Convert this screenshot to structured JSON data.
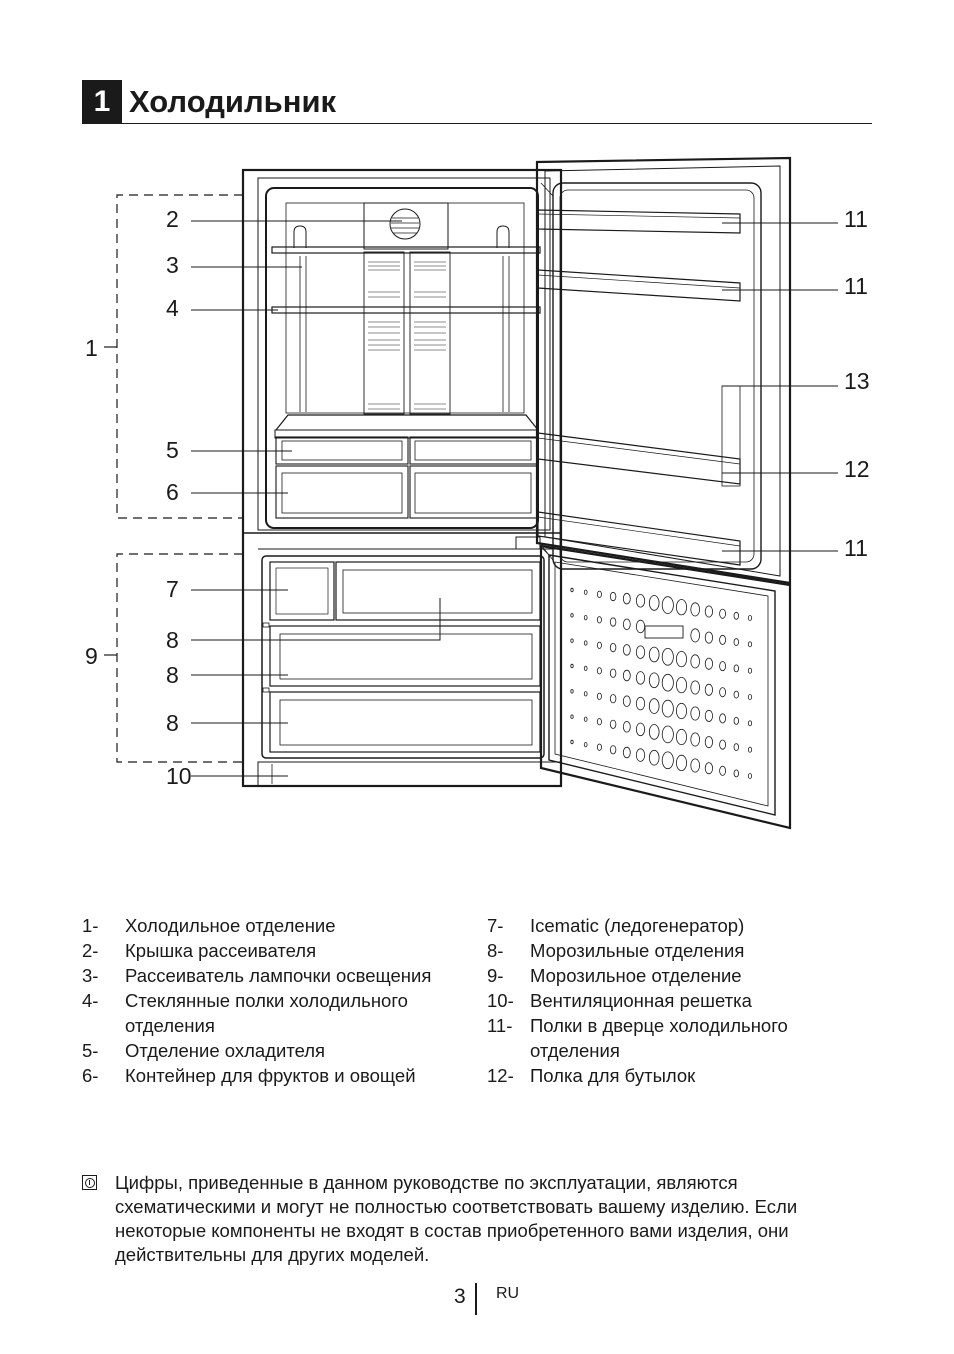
{
  "header": {
    "number": "1",
    "title": "Холодильник"
  },
  "callouts": {
    "c1": "1",
    "c2": "2",
    "c3": "3",
    "c4": "4",
    "c5": "5",
    "c6": "6",
    "c7": "7",
    "c8a": "8",
    "c8b": "8",
    "c8c": "8",
    "c9": "9",
    "c10": "10",
    "c11a": "11",
    "c11b": "11",
    "c11c": "11",
    "c12": "12",
    "c13": "13"
  },
  "legend_left": [
    {
      "num": "1-",
      "text": "Холодильное отделение"
    },
    {
      "num": "2-",
      "text": "Крышка рассеивателя"
    },
    {
      "num": "3-",
      "text": "Рассеиватель лампочки освещения"
    },
    {
      "num": "4-",
      "text": "Стеклянные полки холодильного отделения"
    },
    {
      "num": "5-",
      "text": "Отделение охладителя"
    },
    {
      "num": "6-",
      "text": "Контейнер для фруктов и овощей"
    }
  ],
  "legend_right": [
    {
      "num": "7-",
      "text": "Icematic (ледогенератор)"
    },
    {
      "num": "8-",
      "text": "Морозильные отделения"
    },
    {
      "num": "9-",
      "text": "Морозильное отделение"
    },
    {
      "num": "10-",
      "text": "Вентиляционная решетка"
    },
    {
      "num": "11-",
      "text": "Полки в дверце холодильного отделения"
    },
    {
      "num": "12-",
      "text": "Полка для бутылок"
    }
  ],
  "note": "Цифры, приведенные в данном руководстве по эксплуатации, являются схематическими и могут не полностью соответствовать вашему изделию. Если некоторые компоненты не входят в состав приобретенного вами изделия, они действительны для других моделей.",
  "footer": {
    "page": "3",
    "lang": "RU"
  }
}
